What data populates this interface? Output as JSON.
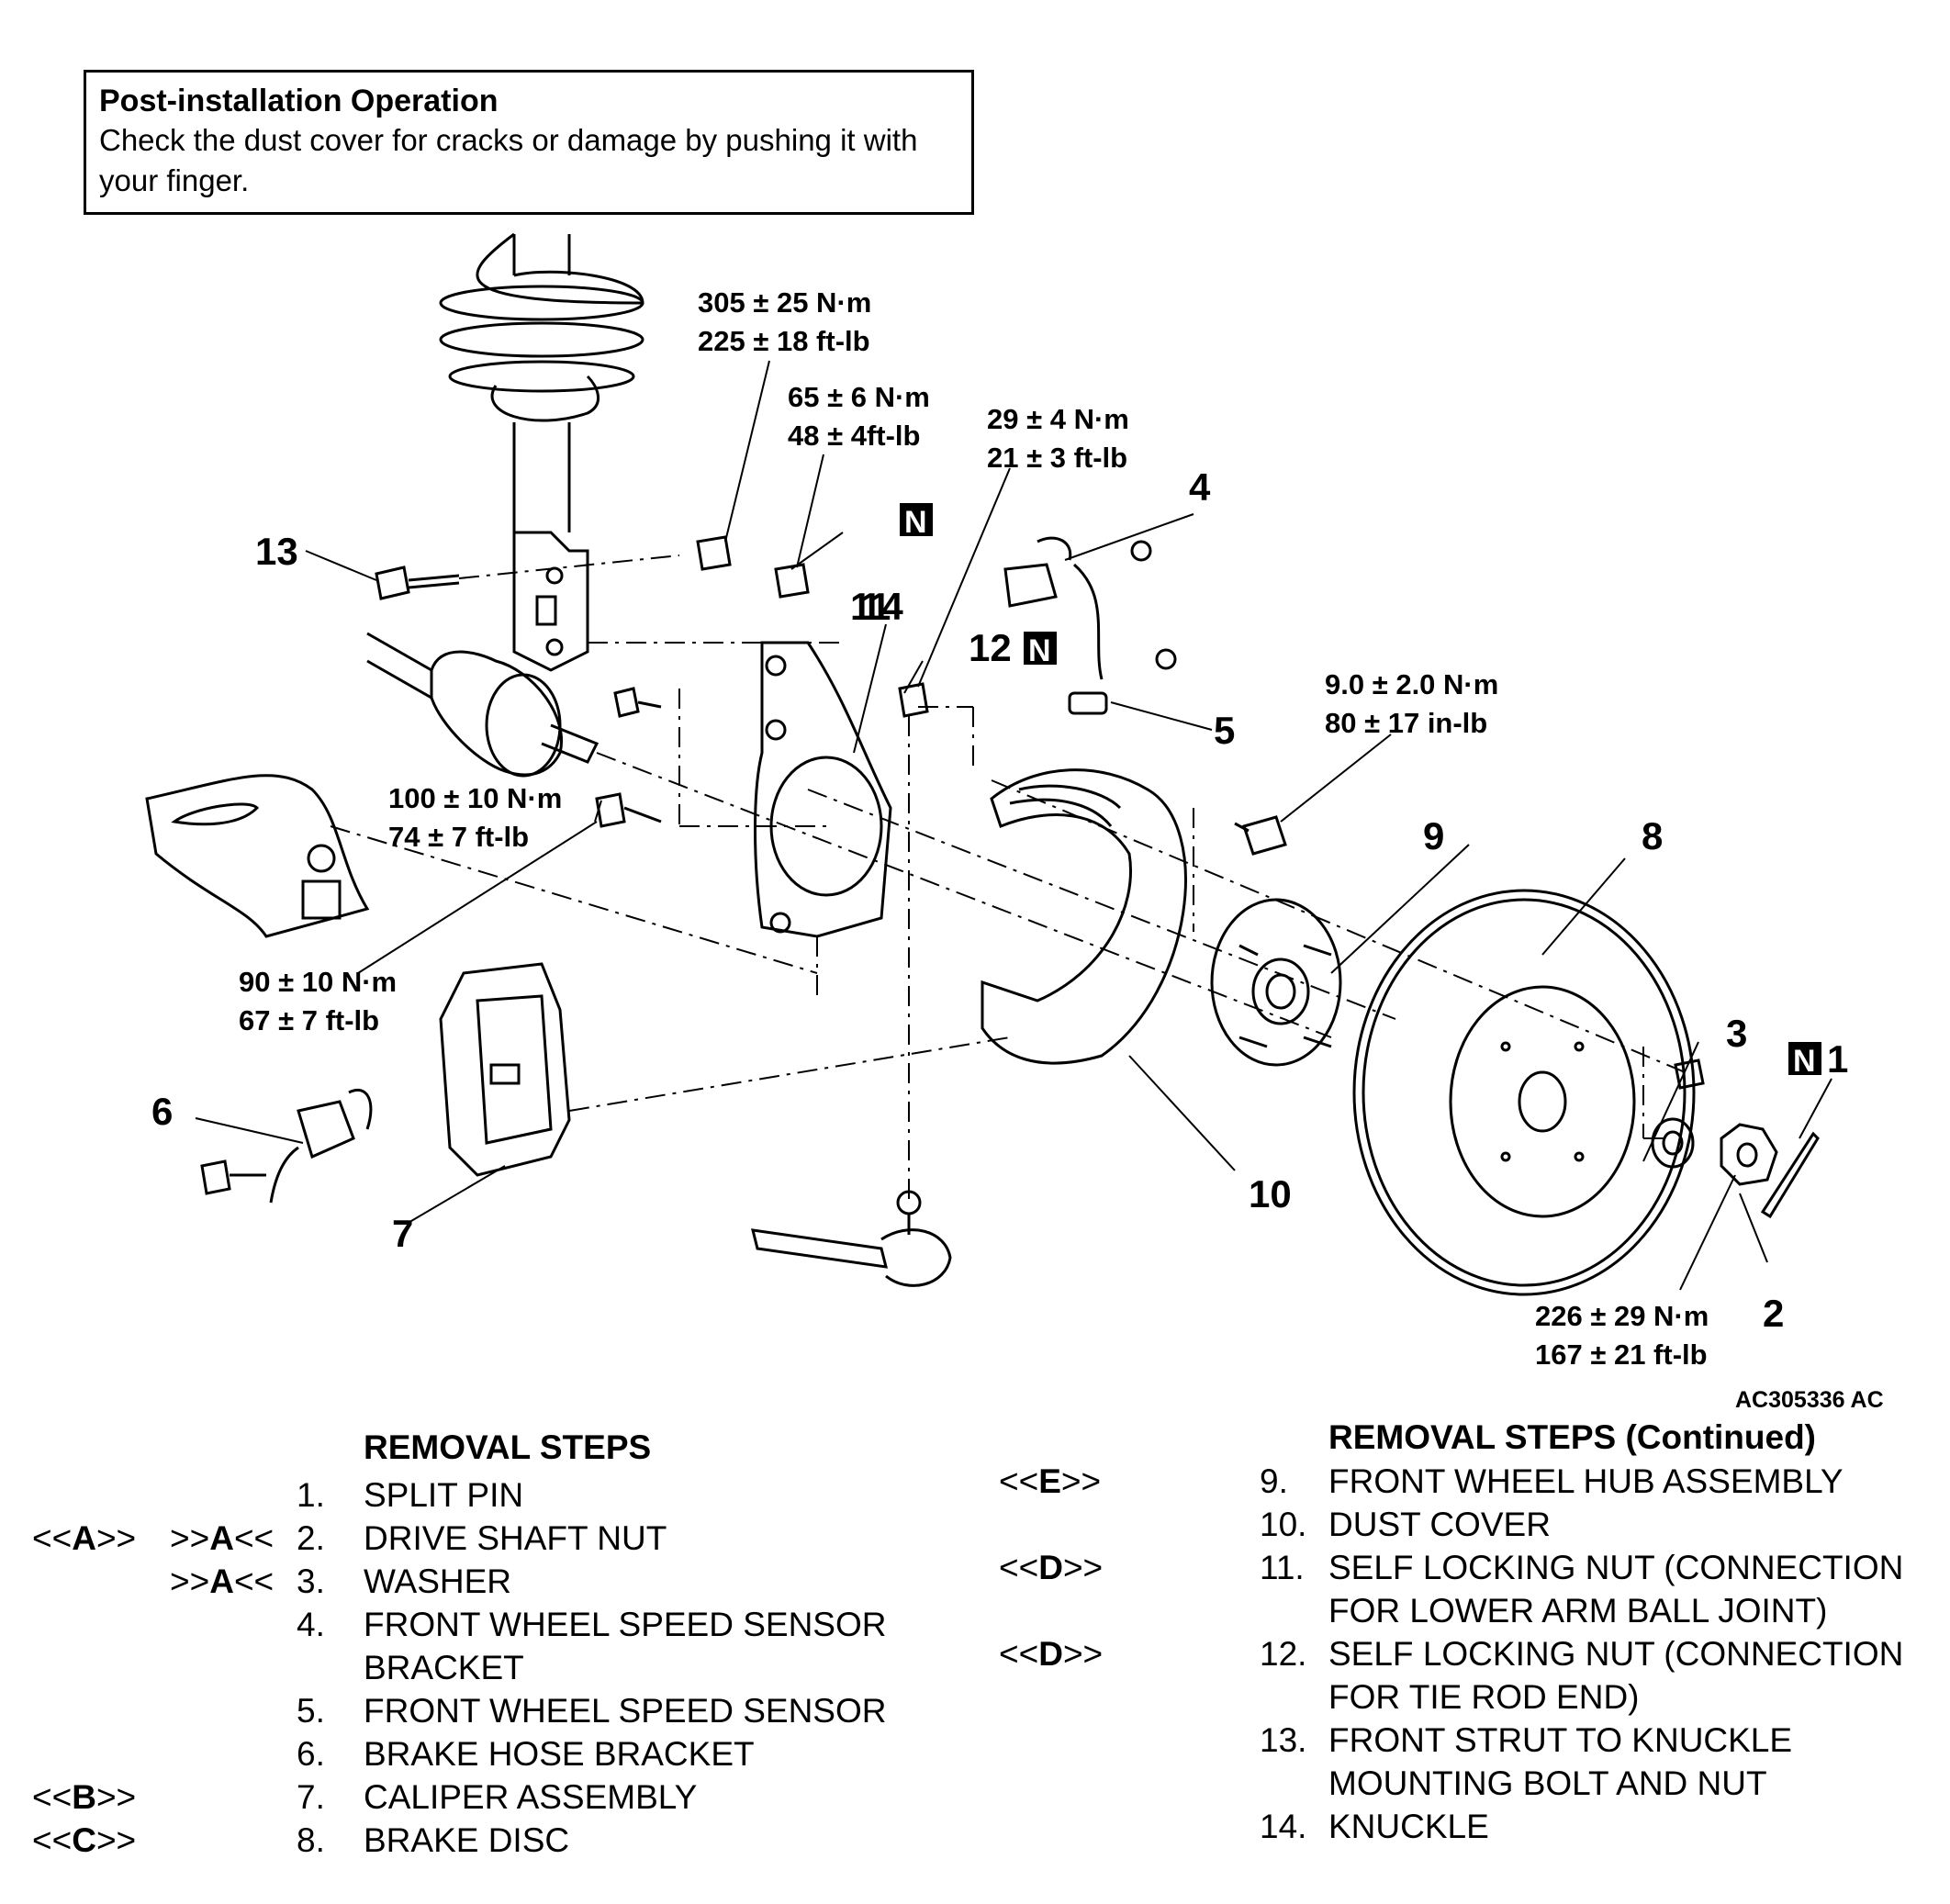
{
  "note": {
    "title": "Post-installation Operation",
    "body": "Check the dust cover for cracks or damage by pushing it with your finger."
  },
  "figure_id": "AC305336 AC",
  "torques": {
    "strut_bolt": [
      "305 ± 25 N·m",
      "225 ± 18 ft-lb"
    ],
    "ball_joint_nut": [
      "65 ± 6 N·m",
      "48 ± 4ft-lb"
    ],
    "tie_rod_nut": [
      "29 ± 4 N·m",
      "21 ± 3 ft-lb"
    ],
    "sensor_bolt": [
      "9.0 ± 2.0 N·m",
      "80 ± 17 in-lb"
    ],
    "caliper_bolt_upper": [
      "100 ± 10 N·m",
      "74 ± 7 ft-lb"
    ],
    "caliper_bolt_lower": [
      "90 ± 10 N·m",
      "67 ± 7 ft-lb"
    ],
    "drive_shaft_nut": [
      "226 ± 29 N·m",
      "167 ± 21 ft-lb"
    ]
  },
  "callouts": {
    "c1": "1",
    "c2": "2",
    "c3": "3",
    "c4": "4",
    "c5": "5",
    "c6": "6",
    "c7": "7",
    "c8": "8",
    "c9": "9",
    "c10": "10",
    "c11": "11",
    "c12": "12",
    "c13": "13",
    "c14": "14",
    "new_part_mark": "N"
  },
  "steps_left": {
    "title": "REMOVAL STEPS",
    "items": [
      {
        "num": "1.",
        "text": "SPLIT PIN",
        "refs": []
      },
      {
        "num": "2.",
        "text": "DRIVE SHAFT NUT",
        "refs": [
          "A",
          "A"
        ]
      },
      {
        "num": "3.",
        "text": "WASHER",
        "refs": [
          "A"
        ]
      },
      {
        "num": "4.",
        "text": "FRONT WHEEL SPEED SENSOR",
        "cont": "BRACKET",
        "refs": []
      },
      {
        "num": "5.",
        "text": "FRONT WHEEL SPEED SENSOR",
        "refs": []
      },
      {
        "num": "6.",
        "text": "BRAKE HOSE BRACKET",
        "refs": []
      },
      {
        "num": "7.",
        "text": "CALIPER ASSEMBLY",
        "refs": [
          "B"
        ]
      },
      {
        "num": "8.",
        "text": "BRAKE DISC",
        "refs": [
          "C"
        ]
      }
    ]
  },
  "steps_right": {
    "title": "REMOVAL STEPS  (Continued)",
    "items": [
      {
        "num": "9.",
        "text": "FRONT WHEEL HUB ASSEMBLY",
        "refs": [
          "E"
        ]
      },
      {
        "num": "10.",
        "text": "DUST COVER",
        "refs": []
      },
      {
        "num": "11.",
        "text": "SELF LOCKING NUT (CONNECTION",
        "cont": "FOR LOWER ARM BALL JOINT)",
        "refs": [
          "D"
        ]
      },
      {
        "num": "12.",
        "text": "SELF LOCKING NUT (CONNECTION",
        "cont": "FOR TIE ROD END)",
        "refs": [
          "D"
        ]
      },
      {
        "num": "13.",
        "text": "FRONT STRUT TO KNUCKLE",
        "cont": "MOUNTING BOLT AND NUT",
        "refs": []
      },
      {
        "num": "14.",
        "text": "KNUCKLE",
        "refs": []
      }
    ]
  }
}
